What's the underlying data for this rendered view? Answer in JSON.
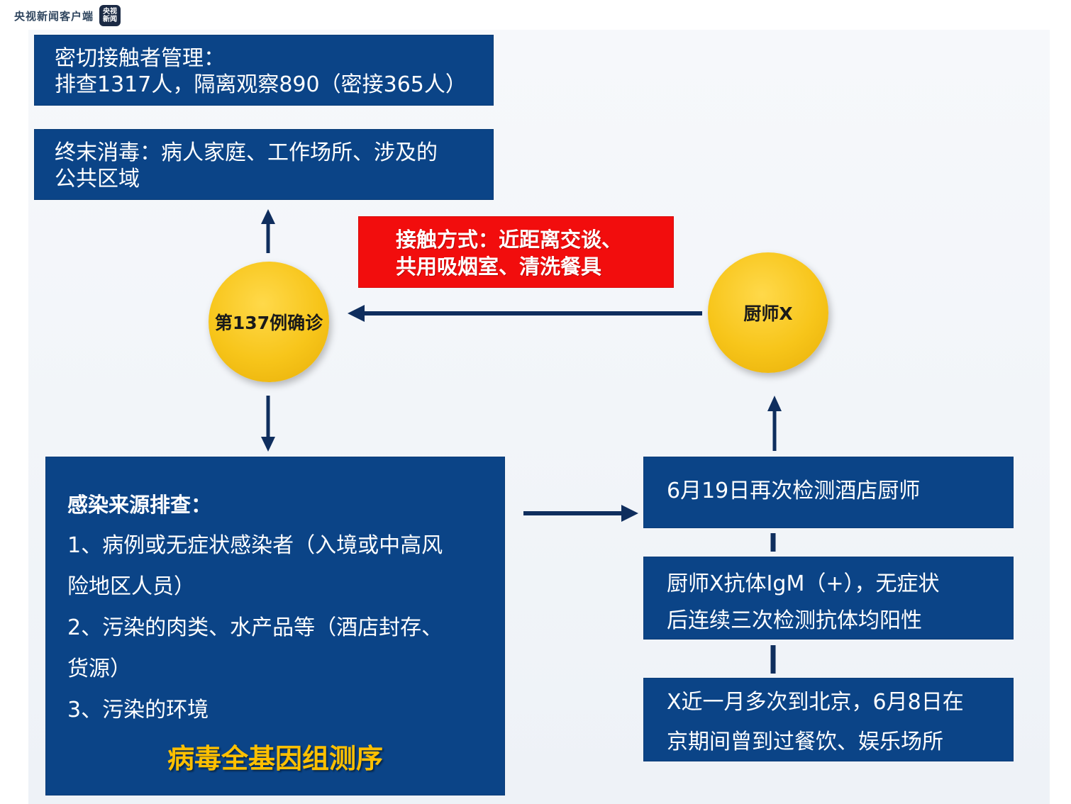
{
  "header": {
    "brand_text": "央视新闻客户端",
    "logo_line1": "央视",
    "logo_line2": "新闻"
  },
  "contacts_box": {
    "line1": "密切接触者管理：",
    "line2": "排查1317人，隔离观察890（密接365人）"
  },
  "disinfection_box": {
    "line1": "终末消毒：病人家庭、工作场所、涉及的",
    "line2": "公共区域"
  },
  "contact_mode_box": {
    "line1": "接触方式：近距离交谈、",
    "line2": "共用吸烟室、清洗餐具"
  },
  "case_node": {
    "label": "第137例确诊"
  },
  "chef_node": {
    "label": "厨师X"
  },
  "source_box": {
    "title": "感染来源排查：",
    "item1_line1": "1、病例或无症状感染者（入境或中高风",
    "item1_line2": "险地区人员）",
    "item2_line1": "2、污染的肉类、水产品等（酒店封存、",
    "item2_line2": "货源）",
    "item3": "3、污染的环境",
    "sequencing": "病毒全基因组测序"
  },
  "retest_box": {
    "line1": "6月19日再次检测酒店厨师"
  },
  "antibody_box": {
    "line1": "厨师X抗体IgM（+），无症状",
    "line2": "后连续三次检测抗体均阳性"
  },
  "travel_box": {
    "line1": "X近一月多次到北京，6月8日在",
    "line2": "京期间曾到过餐饮、娱乐场所"
  },
  "colors": {
    "box_blue": "#0b4487",
    "alert_red": "#f20d0d",
    "node_yellow": "#f7c51a",
    "highlight_gold": "#ffc000",
    "arrow_navy": "#0f2e5e"
  }
}
